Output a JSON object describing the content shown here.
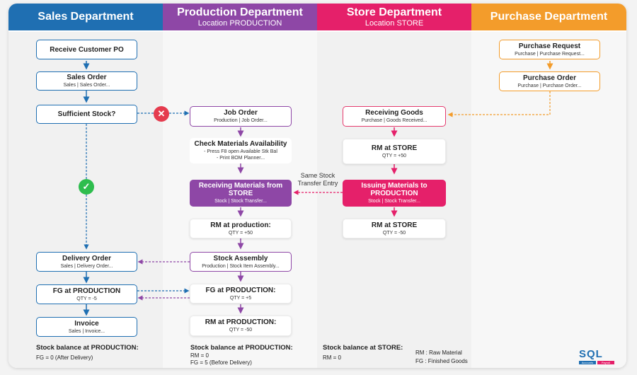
{
  "lanes": {
    "sales": {
      "title": "Sales Department",
      "color": "#1f6fb2",
      "bg": "#f1f1f1"
    },
    "production": {
      "title": "Production Department",
      "subtitle": "Location PRODUCTION",
      "color": "#8e47a6",
      "bg": "#f7f7f7"
    },
    "store": {
      "title": "Store Department",
      "subtitle": "Location STORE",
      "color": "#e5206a",
      "bg": "#f1f1f1"
    },
    "purchase": {
      "title": "Purchase Department",
      "color": "#f39c2b",
      "bg": "#f7f7f7"
    }
  },
  "sales": {
    "receive_po": {
      "title": "Receive Customer PO"
    },
    "sales_order": {
      "title": "Sales Order",
      "sub": "Sales  |  Sales Order..."
    },
    "sufficient_stock": {
      "title": "Sufficient Stock?"
    },
    "delivery_order": {
      "title": "Delivery Order",
      "sub": "Sales  |  Delivery Order..."
    },
    "fg_production": {
      "title": "FG at PRODUCTION",
      "sub": "QTY = -5"
    },
    "invoice": {
      "title": "Invoice",
      "sub": "Sales  |  Invoice..."
    },
    "footer": {
      "title": "Stock balance at PRODUCTION:",
      "lines": [
        "FG = 0 (After Delivery)"
      ]
    }
  },
  "production": {
    "job_order": {
      "title": "Job Order",
      "sub": "Production  |  Job Order..."
    },
    "check_materials": {
      "title": "Check Materials Availability",
      "sub1": "- Press F8 open Available Stk Bal",
      "sub2": "- Print BOM Planner..."
    },
    "receiving_materials": {
      "title": "Receiving Materials from STORE",
      "sub": "Stock  |  Stock Transfer..."
    },
    "rm_production": {
      "title": "RM at production:",
      "sub": "QTY = +50"
    },
    "stock_assembly": {
      "title": "Stock Assembly",
      "sub": "Production  |  Stock Item Assembly..."
    },
    "fg_production": {
      "title": "FG at PRODUCTION:",
      "sub": "QTY = +5"
    },
    "rm_production2": {
      "title": "RM at PRODUCTION:",
      "sub": "QTY = -50"
    },
    "footer": {
      "title": "Stock balance at PRODUCTION:",
      "lines": [
        "RM = 0",
        "FG = 5 (Before Delivery)"
      ]
    }
  },
  "store": {
    "receiving_goods": {
      "title": "Receiving Goods",
      "sub": "Purchase  |  Goods Received..."
    },
    "rm_store": {
      "title": "RM at STORE",
      "sub": "QTY = +50"
    },
    "issuing_materials": {
      "title": "Issuing Materials to PRODUCTION",
      "sub": "Stock  |  Stock Transfer..."
    },
    "rm_store2": {
      "title": "RM at STORE",
      "sub": "QTY = -50"
    },
    "footer": {
      "title": "Stock balance at STORE:",
      "lines": [
        "RM = 0"
      ]
    },
    "note": {
      "line1": "Same Stock",
      "line2": "Transfer Entry"
    }
  },
  "purchase": {
    "purchase_request": {
      "title": "Purchase Request",
      "sub": "Purchase  |  Purchase Request..."
    },
    "purchase_order": {
      "title": "Purchase Order",
      "sub": "Purchase  |  Purchase Order..."
    }
  },
  "legend": {
    "rm": "RM : Raw Material",
    "fg": "FG : Finished Goods"
  },
  "status": {
    "no": "✕",
    "yes": "✓",
    "no_color": "#e53b4e",
    "yes_color": "#2ebd4e"
  },
  "logo": {
    "text": "SQL",
    "tag1": "Accounts",
    "tag2": "Payroll"
  }
}
